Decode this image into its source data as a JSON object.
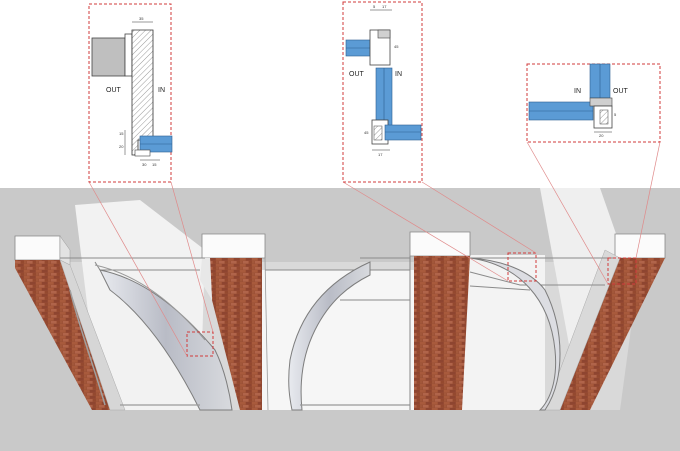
{
  "colors": {
    "background_band": "#c9c9c9",
    "brick": "#9a4e34",
    "glass": "#5b9bd5",
    "callout": "#d23b3b",
    "wall_white": "#f4f4f4"
  },
  "detail_left": {
    "label_out": "OUT",
    "label_in": "IN",
    "dim_top": "35",
    "dim_side_a": "15",
    "dim_side_b": "20",
    "dim_bottom_a": "30",
    "dim_bottom_b": "15"
  },
  "detail_middle": {
    "label_out": "OUT",
    "label_in": "IN",
    "dim_top_a": "5",
    "dim_top_b": "17",
    "dim_side_a": "45",
    "dim_side_b": "45",
    "dim_bottom": "17"
  },
  "detail_right": {
    "label_in": "IN",
    "label_out": "OUT",
    "dim_a": "5",
    "dim_b": "20"
  }
}
